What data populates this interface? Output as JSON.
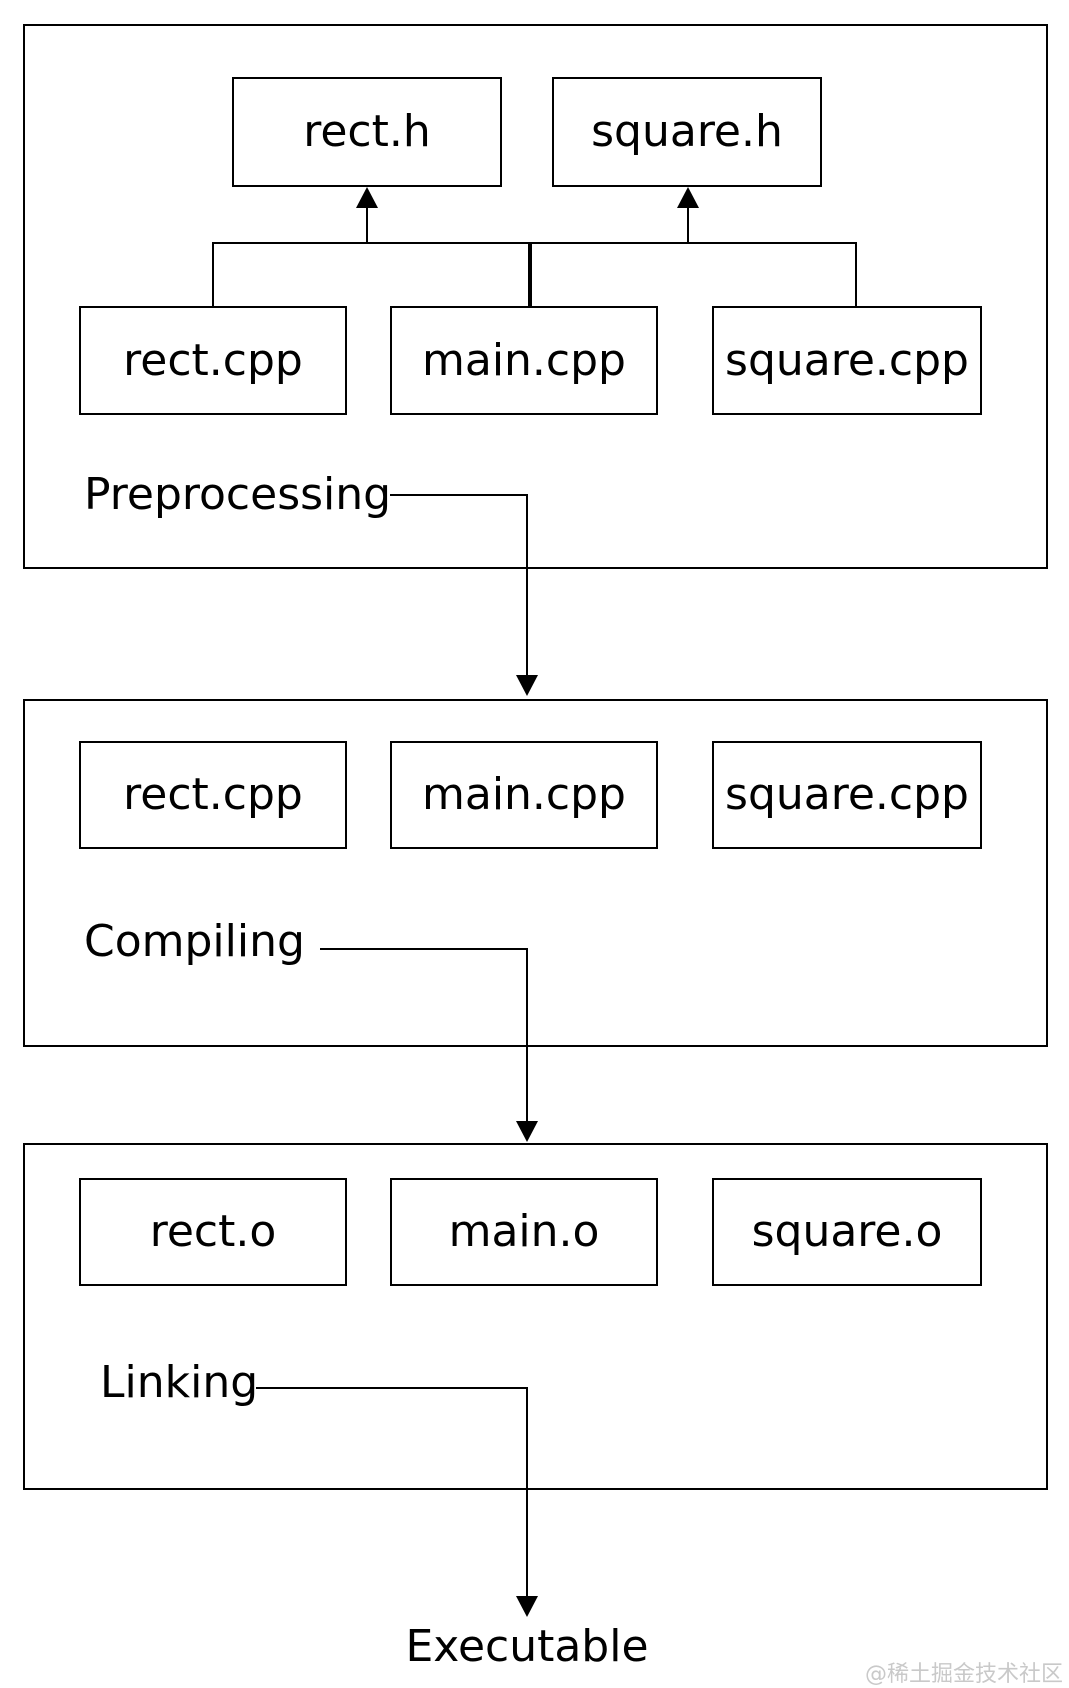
{
  "diagram": {
    "title_context": "C++ build pipeline diagram",
    "stages": [
      {
        "label": "Preprocessing",
        "headers": [
          {
            "label": "rect.h"
          },
          {
            "label": "square.h"
          }
        ],
        "files": [
          {
            "label": "rect.cpp"
          },
          {
            "label": "main.cpp"
          },
          {
            "label": "square.cpp"
          }
        ]
      },
      {
        "label": "Compiling",
        "files": [
          {
            "label": "rect.cpp"
          },
          {
            "label": "main.cpp"
          },
          {
            "label": "square.cpp"
          }
        ]
      },
      {
        "label": "Linking",
        "files": [
          {
            "label": "rect.o"
          },
          {
            "label": "main.o"
          },
          {
            "label": "square.o"
          }
        ]
      }
    ],
    "output_label": "Executable",
    "watermark": "@稀土掘金技术社区",
    "colors": {
      "line": "#000000",
      "background": "#ffffff",
      "watermark": "#c9c9c9"
    }
  }
}
